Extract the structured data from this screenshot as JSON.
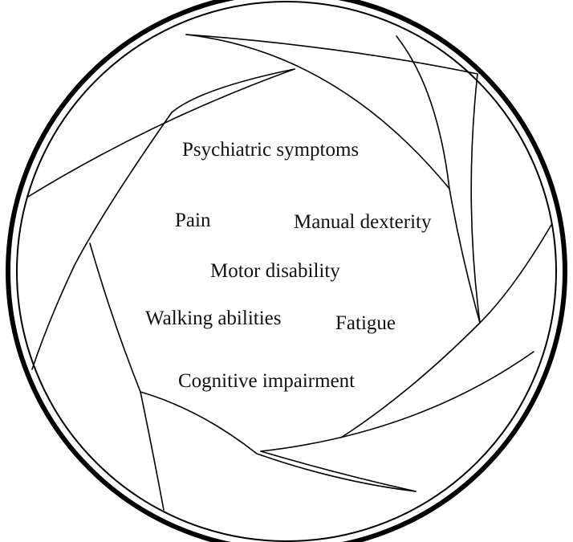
{
  "diagram": {
    "labels": {
      "psychiatric": "Psychiatric symptoms",
      "pain": "Pain",
      "manual": "Manual dexterity",
      "motor": "Motor disability",
      "walking": "Walking abilities",
      "fatigue": "Fatigue",
      "cognitive": "Cognitive impairment"
    },
    "colors": {
      "stroke": "#000000",
      "text": "#111111",
      "background": "#ffffff"
    }
  }
}
